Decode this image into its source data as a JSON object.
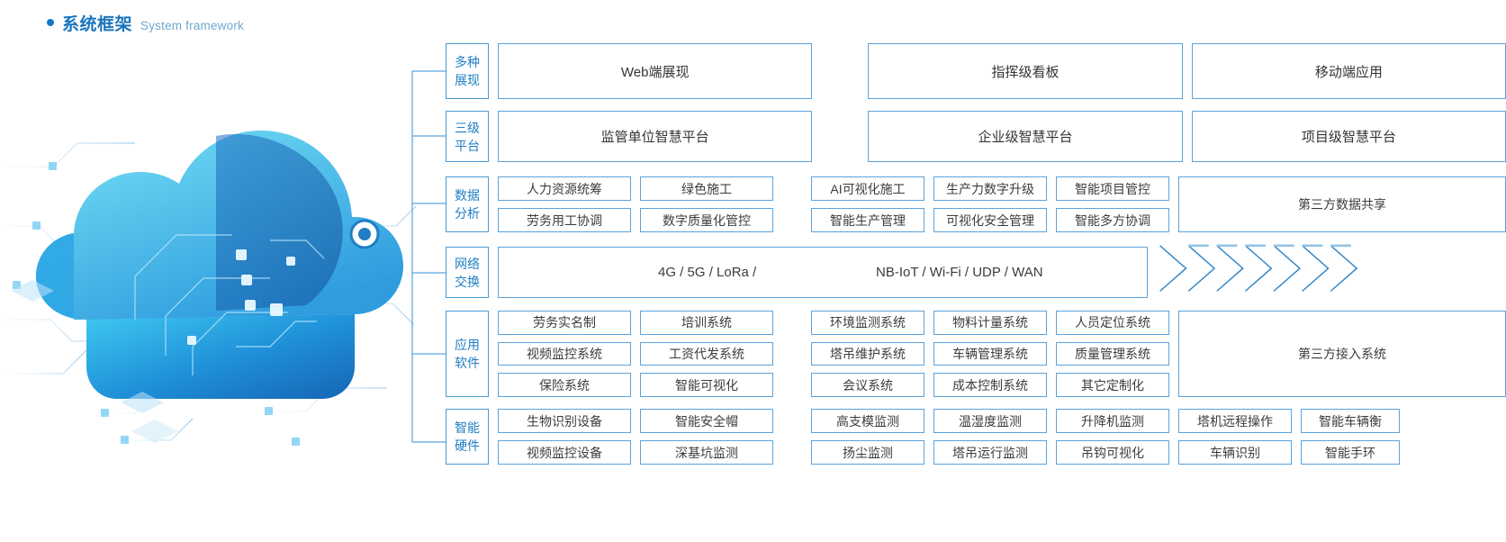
{
  "heading": {
    "bullet": "bullet-dot",
    "title_cn": "系统框架",
    "title_en": "System framework"
  },
  "colors": {
    "accent": "#1f7ec4",
    "border": "#5ba3dd",
    "text": "#3c3c3c",
    "heading_cn": "#1a74bd",
    "heading_en": "#6fa8cf"
  },
  "rows": [
    {
      "key": "presentation",
      "category": [
        "多种",
        "展现"
      ],
      "type": "wide3",
      "items": [
        "Web端展现",
        "指挥级看板",
        "移动端应用"
      ]
    },
    {
      "key": "platform",
      "category": [
        "三级",
        "平台"
      ],
      "type": "wide3",
      "items": [
        "监管单位智慧平台",
        "企业级智慧平台",
        "项目级智慧平台"
      ]
    },
    {
      "key": "data-analysis",
      "category": [
        "数据",
        "分析"
      ],
      "type": "grid",
      "left": [
        [
          "人力资源统筹",
          "绿色施工"
        ],
        [
          "劳务用工协调",
          "数字质量化管控"
        ]
      ],
      "right": [
        [
          "AI可视化施工",
          "生产力数字升级",
          "智能项目管控"
        ],
        [
          "智能生产管理",
          "可视化安全管理",
          "智能多方协调"
        ]
      ],
      "tail": "第三方数据共享"
    },
    {
      "key": "network",
      "category": [
        "网络",
        "交换"
      ],
      "type": "band",
      "text_left": "4G / 5G / LoRa /",
      "text_right": "NB-IoT / Wi-Fi / UDP / WAN",
      "arrow_count": 7
    },
    {
      "key": "application-software",
      "category": [
        "应用",
        "软件"
      ],
      "type": "grid",
      "left": [
        [
          "劳务实名制",
          "培训系统"
        ],
        [
          "视频监控系统",
          "工资代发系统"
        ],
        [
          "保险系统",
          "智能可视化"
        ]
      ],
      "right": [
        [
          "环境监测系统",
          "物料计量系统",
          "人员定位系统"
        ],
        [
          "塔吊维护系统",
          "车辆管理系统",
          "质量管理系统"
        ],
        [
          "会议系统",
          "成本控制系统",
          "其它定制化"
        ]
      ],
      "tail": "第三方接入系统"
    },
    {
      "key": "smart-hardware",
      "category": [
        "智能",
        "硬件"
      ],
      "type": "grid5",
      "left": [
        [
          "生物识别设备",
          "智能安全帽"
        ],
        [
          "视频监控设备",
          "深基坑监测"
        ]
      ],
      "right": [
        [
          "高支模监测",
          "温湿度监测",
          "升降机监测",
          "塔机远程操作",
          "智能车辆衡"
        ],
        [
          "扬尘监测",
          "塔吊运行监测",
          "吊钩可视化",
          "车辆识别",
          "智能手环"
        ]
      ]
    }
  ]
}
